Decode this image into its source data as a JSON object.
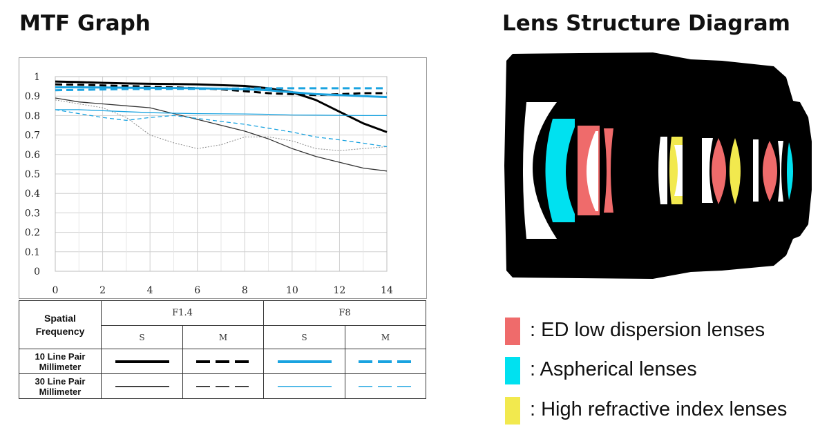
{
  "titles": {
    "mtf": "MTF Graph",
    "lens": "Lens Structure Diagram"
  },
  "chart_data": {
    "type": "line",
    "title": "MTF Graph",
    "xlabel": "",
    "ylabel": "",
    "xlim": [
      0,
      14
    ],
    "ylim": [
      0,
      1
    ],
    "x_ticks": [
      "0",
      "2",
      "4",
      "6",
      "8",
      "10",
      "12",
      "14"
    ],
    "y_ticks": [
      "0",
      "0.1",
      "0.2",
      "0.3",
      "0.4",
      "0.5",
      "0.6",
      "0.7",
      "0.8",
      "0.9",
      "1"
    ],
    "grid": true,
    "x": [
      0,
      1,
      2,
      3,
      4,
      5,
      6,
      7,
      8,
      9,
      10,
      11,
      12,
      13,
      14
    ],
    "series": [
      {
        "color": "#000000",
        "style": "solid-thick",
        "values": [
          0.975,
          0.972,
          0.968,
          0.965,
          0.963,
          0.962,
          0.96,
          0.956,
          0.952,
          0.94,
          0.92,
          0.88,
          0.82,
          0.76,
          0.715
        ]
      },
      {
        "color": "#000000",
        "style": "dashed-thick",
        "values": [
          0.96,
          0.958,
          0.955,
          0.952,
          0.948,
          0.945,
          0.94,
          0.935,
          0.925,
          0.915,
          0.91,
          0.905,
          0.91,
          0.915,
          0.915
        ]
      },
      {
        "color": "#1aa3e0",
        "style": "solid-thick",
        "values": [
          0.945,
          0.945,
          0.944,
          0.943,
          0.942,
          0.941,
          0.94,
          0.938,
          0.935,
          0.93,
          0.92,
          0.91,
          0.905,
          0.9,
          0.895
        ]
      },
      {
        "color": "#1aa3e0",
        "style": "dashed-thick",
        "values": [
          0.93,
          0.932,
          0.934,
          0.936,
          0.936,
          0.937,
          0.937,
          0.938,
          0.939,
          0.94,
          0.94,
          0.94,
          0.94,
          0.94,
          0.94
        ]
      },
      {
        "color": "#333333",
        "style": "solid-thin",
        "values": [
          0.89,
          0.87,
          0.86,
          0.85,
          0.84,
          0.81,
          0.78,
          0.75,
          0.72,
          0.68,
          0.63,
          0.59,
          0.56,
          0.53,
          0.515
        ]
      },
      {
        "color": "#333333",
        "style": "dashed-thin",
        "values": [
          0.88,
          0.86,
          0.84,
          0.79,
          0.7,
          0.66,
          0.63,
          0.65,
          0.69,
          0.69,
          0.67,
          0.63,
          0.62,
          0.63,
          0.64
        ]
      },
      {
        "color": "#1aa3e0",
        "style": "solid-thin",
        "values": [
          0.83,
          0.83,
          0.825,
          0.82,
          0.815,
          0.812,
          0.81,
          0.809,
          0.808,
          0.806,
          0.803,
          0.802,
          0.801,
          0.8,
          0.8
        ]
      },
      {
        "color": "#1aa3e0",
        "style": "dashed-thin",
        "values": [
          0.83,
          0.81,
          0.79,
          0.775,
          0.79,
          0.8,
          0.785,
          0.77,
          0.755,
          0.735,
          0.715,
          0.69,
          0.675,
          0.658,
          0.64
        ]
      }
    ]
  },
  "legend_table": {
    "sf_label_1": "Spatial",
    "sf_label_2": "Frequency",
    "f14": "F1.4",
    "f8": "F8",
    "s": "S",
    "m": "M",
    "row1_line1": "10 Line Pair",
    "row1_line2": "Millimeter",
    "row2_line1": "30 Line Pair",
    "row2_line2": "Millimeter"
  },
  "lens_key": {
    "items": [
      {
        "label": ": ED low dispersion lenses",
        "color": "#ef6b6b"
      },
      {
        "label": ": Aspherical lenses",
        "color": "#00e1f0"
      },
      {
        "label": ": High refractive index lenses",
        "color": "#f2e94e"
      }
    ]
  },
  "colors": {
    "black": "#000000",
    "blue": "#1aa3e0",
    "ed": "#ef6b6b",
    "aspherical": "#00e1f0",
    "high_refractive": "#f2e94e"
  }
}
